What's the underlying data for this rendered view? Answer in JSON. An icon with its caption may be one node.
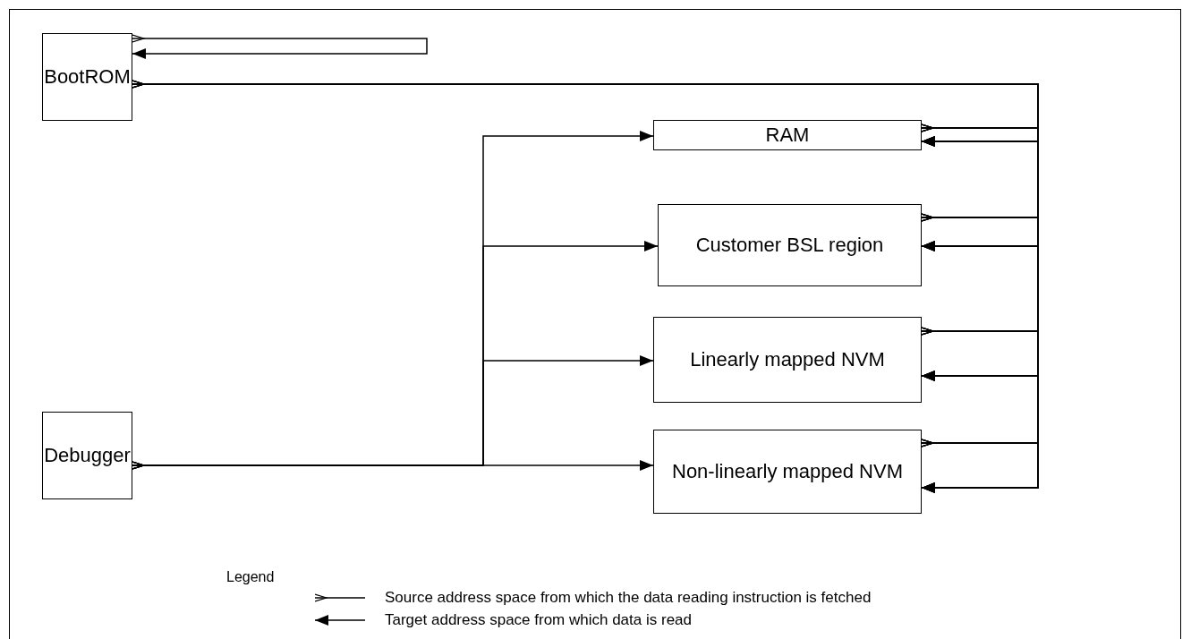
{
  "diagram": {
    "nodes": [
      {
        "text": [
          "BootROM"
        ]
      },
      {
        "text": [
          "RAM"
        ]
      },
      {
        "text": [
          "Customer BSL region"
        ]
      },
      {
        "text": [
          "Linearly mapped NVM"
        ]
      },
      {
        "text": [
          "Non-linearly mapped NVM"
        ]
      },
      {
        "text": [
          "Debugger"
        ]
      }
    ],
    "edges": [
      {
        "from": 0,
        "to": 0,
        "arrow": "to"
      },
      {
        "from": 0,
        "to": 1,
        "arrow": "to"
      },
      {
        "from": 0,
        "to": 2,
        "arrow": "to"
      },
      {
        "from": 0,
        "to": 3,
        "arrow": "to"
      },
      {
        "from": 0,
        "to": 4,
        "arrow": "to"
      },
      {
        "from": 1,
        "to": 1,
        "arrow": "to"
      },
      {
        "from": 1,
        "to": 2,
        "arrow": "to"
      },
      {
        "from": 1,
        "to": 3,
        "arrow": "to"
      },
      {
        "from": 1,
        "to": 4,
        "arrow": "to"
      },
      {
        "from": 2,
        "to": 1,
        "arrow": "to"
      },
      {
        "from": 2,
        "to": 2,
        "arrow": "to"
      },
      {
        "from": 2,
        "to": 3,
        "arrow": "to"
      },
      {
        "from": 2,
        "to": 4,
        "arrow": "to"
      },
      {
        "from": 3,
        "to": 1,
        "arrow": "to"
      },
      {
        "from": 3,
        "to": 2,
        "arrow": "to"
      },
      {
        "from": 3,
        "to": 3,
        "arrow": "to"
      },
      {
        "from": 3,
        "to": 4,
        "arrow": "to"
      },
      {
        "from": 4,
        "to": 1,
        "arrow": "to"
      },
      {
        "from": 4,
        "to": 2,
        "arrow": "to"
      },
      {
        "from": 4,
        "to": 3,
        "arrow": "to"
      },
      {
        "from": 4,
        "to": 4,
        "arrow": "to"
      },
      {
        "from": 5,
        "to": 1,
        "arrow": "to"
      },
      {
        "from": 5,
        "to": 2,
        "arrow": "to"
      },
      {
        "from": 5,
        "to": 3,
        "arrow": "to"
      },
      {
        "from": 5,
        "to": 4,
        "arrow": "to"
      }
    ],
    "labels": [
      "Legend"
    ],
    "legend": [
      {
        "text": "Source address space from which the data reading instruction is fetched"
      },
      {
        "text": "Target address space from which data is read"
      }
    ]
  }
}
